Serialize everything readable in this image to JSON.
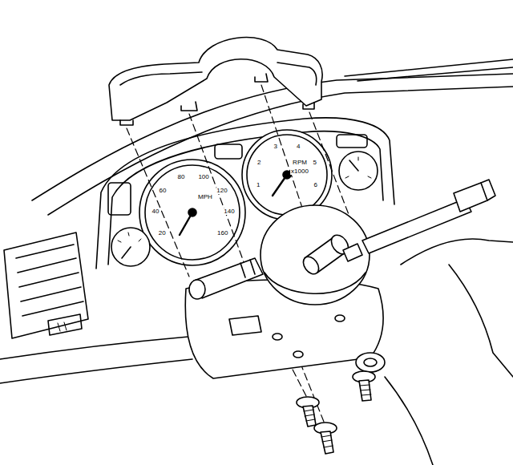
{
  "diagram": {
    "labels": [
      "20",
      "40",
      "60",
      "80",
      "100",
      "120",
      "140",
      "160",
      "MPH",
      "1",
      "2",
      "3",
      "4",
      "5",
      "6",
      "RPM",
      "x1000"
    ]
  }
}
